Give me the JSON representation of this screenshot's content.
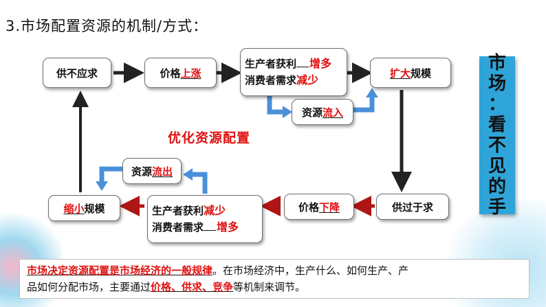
{
  "title": "3.市场配置资源的机制/方式：",
  "boxes": {
    "supply_lt_demand": "供不应求",
    "price_rise_prefix": "价格",
    "price_rise_fill": "上涨",
    "producer_profit": "生产者获利",
    "consumer_demand": "消费者需求",
    "fill_increase": "增多",
    "fill_decrease": "减少",
    "expand_fill": "扩大",
    "scale_suffix": "规模",
    "resource_prefix": "资源",
    "resource_in_fill": "流入",
    "supply_gt_demand": "供过于求",
    "price_fall_prefix": "价格",
    "price_fall_fill": "下降",
    "producer_profit_2": "生产者获利",
    "consumer_demand_2": "消费者需求",
    "fill_decrease_2": "减少",
    "fill_increase_2": "增多",
    "resource_prefix_2": "资源",
    "resource_out_fill": "流出",
    "shrink_fill": "缩小",
    "scale_suffix_2": "规模"
  },
  "optimize": "优化资源配置",
  "sidebar": [
    "市",
    "场",
    "：",
    "看",
    "不",
    "见",
    "的",
    "手"
  ],
  "bottom": {
    "p1_red": "市场决定资源配置是市场经济的一般规律",
    "p1_black": "。在市场经济中，生产什么、如何生产、产",
    "p2_black_a": "品如何分配市场，主要通过",
    "p2_red": "价格、供求、竞争",
    "p2_black_b": "等机制来调节。"
  },
  "colors": {
    "accent_red": "#e01010",
    "arrow_blue": "#4a90d9",
    "arrow_dark": "#222222",
    "arrow_red": "#b01515",
    "sidebar_blue": "#2fa4d8"
  }
}
